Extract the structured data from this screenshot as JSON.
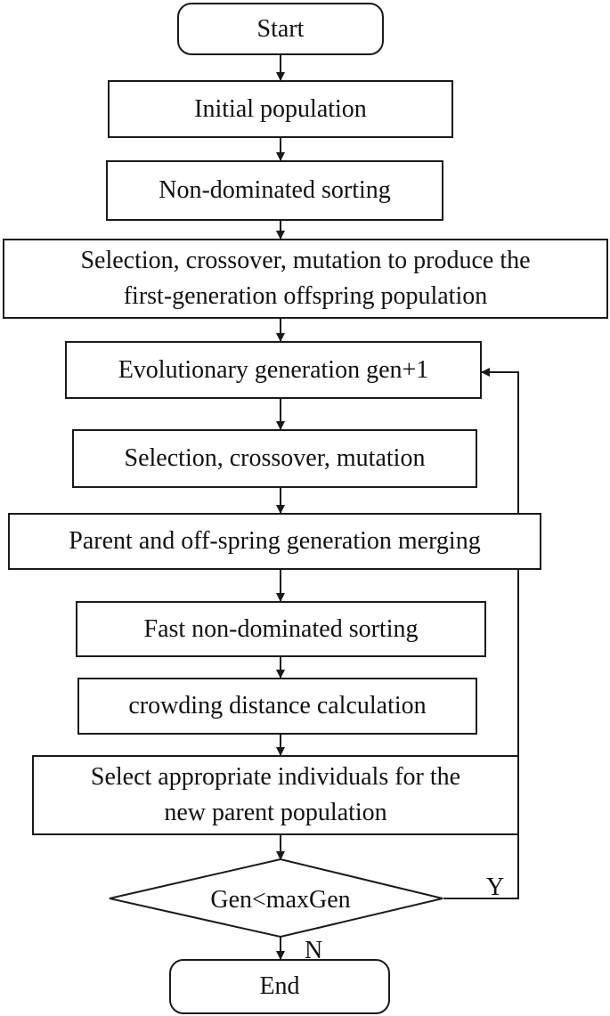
{
  "flowchart": {
    "start": "Start",
    "initial_population": "Initial population",
    "non_dominated_sorting": "Non-dominated sorting",
    "first_offspring": {
      "line1": "Selection, crossover, mutation to produce the",
      "line2": "first-generation offspring population"
    },
    "evolutionary_generation": "Evolutionary generation gen+1",
    "selection_crossover_mutation": "Selection, crossover, mutation",
    "merging": "Parent and off-spring generation merging",
    "fast_sorting": "Fast non-dominated sorting",
    "crowding_distance": "crowding distance calculation",
    "select_individuals": {
      "line1": "Select appropriate individuals for the",
      "line2": "new parent population"
    },
    "decision": "Gen<maxGen",
    "yes_label": "Y",
    "no_label": "N",
    "end": "End"
  }
}
